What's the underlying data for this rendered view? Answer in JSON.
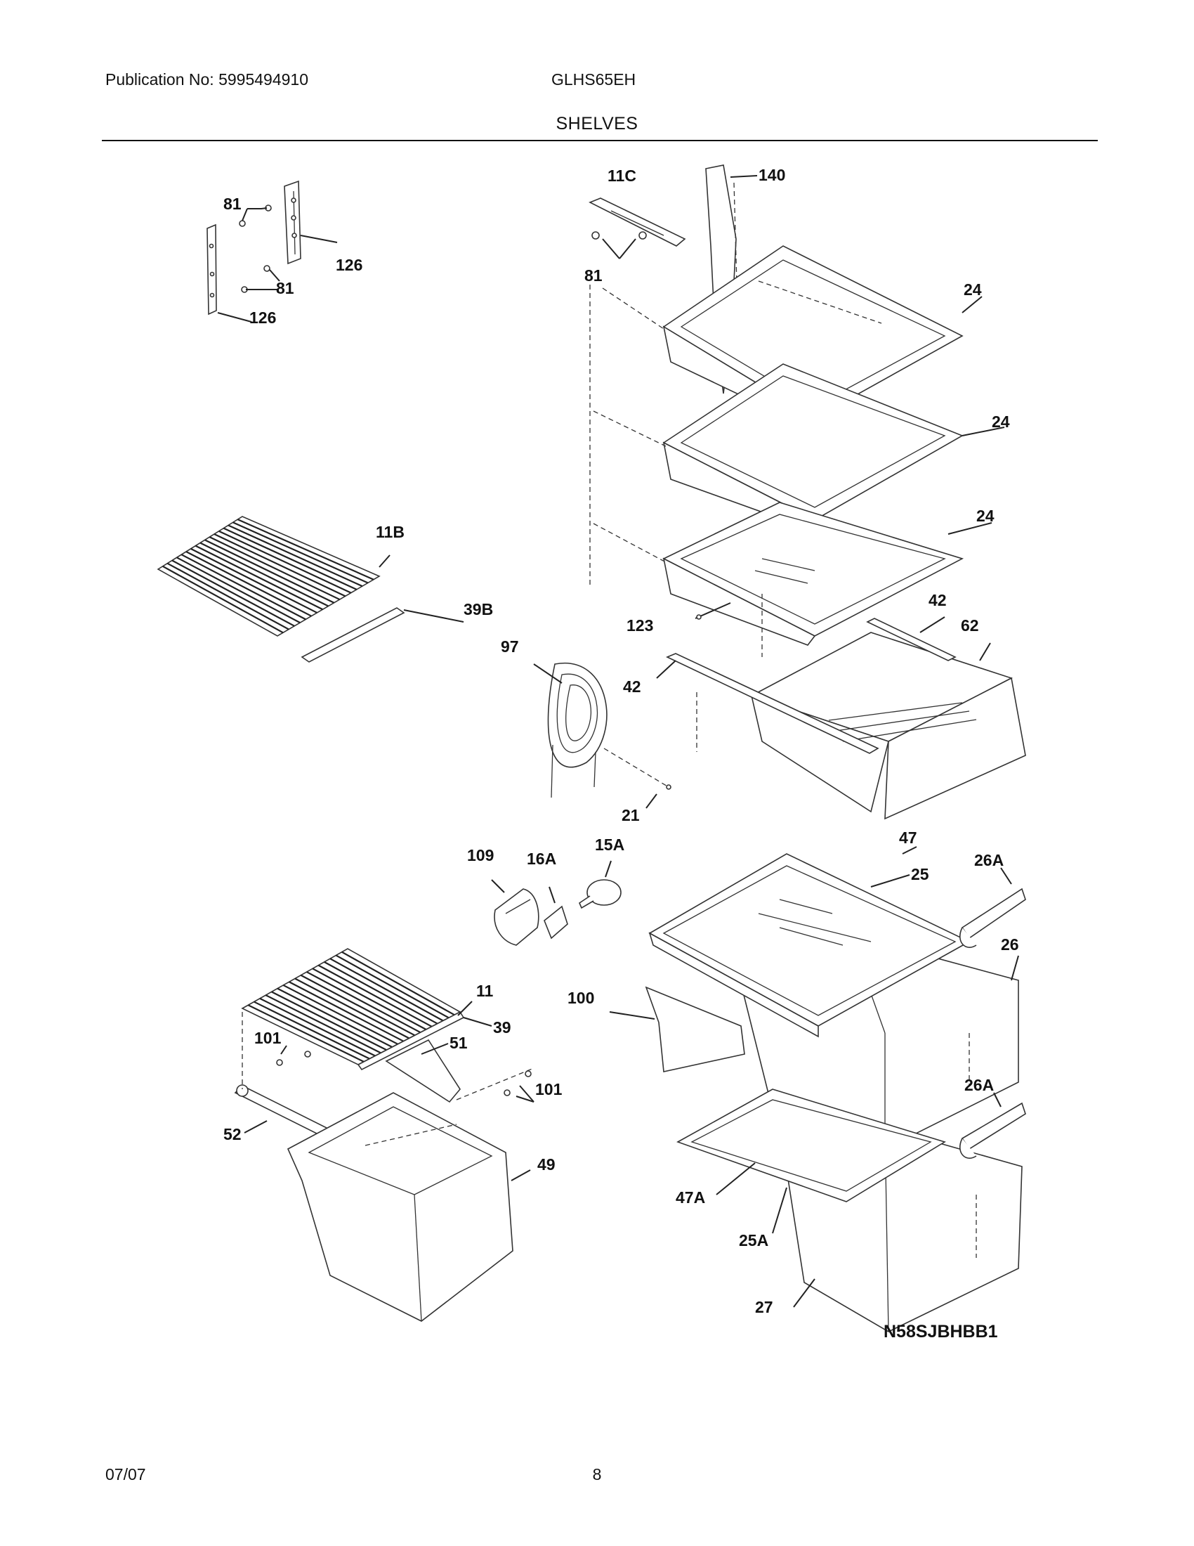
{
  "header": {
    "publication": "Publication No: 5995494910",
    "model": "GLHS65EH",
    "section": "SHELVES"
  },
  "footer": {
    "date": "07/07",
    "page": "8"
  },
  "diagram_code": "N58SJBHBB1",
  "labels": {
    "l81a": "81",
    "l126a": "126",
    "l81b": "81",
    "l126b": "126",
    "l11c": "11C",
    "l81c": "81",
    "l140": "140",
    "l24a": "24",
    "l24b": "24",
    "l24c": "24",
    "l11b": "11B",
    "l39b": "39B",
    "l123": "123",
    "l42a": "42",
    "l62": "62",
    "l97": "97",
    "l42b": "42",
    "l21": "21",
    "l109": "109",
    "l16a": "16A",
    "l15a": "15A",
    "l47": "47",
    "l25": "25",
    "l26a1": "26A",
    "l26": "26",
    "l11": "11",
    "l39": "39",
    "l101a": "101",
    "l51": "51",
    "l100": "100",
    "l101b": "101",
    "l52": "52",
    "l49": "49",
    "l26a2": "26A",
    "l47a": "47A",
    "l25a": "25A",
    "l27": "27"
  }
}
